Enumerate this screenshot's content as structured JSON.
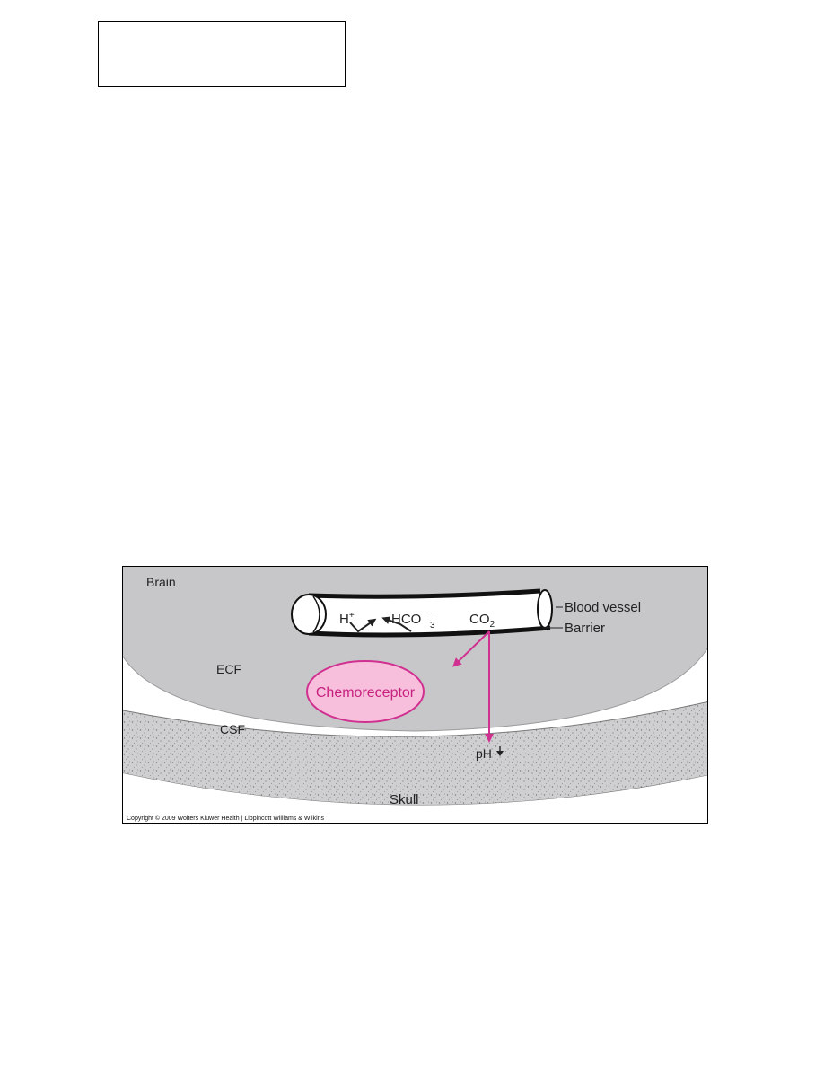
{
  "diagram": {
    "labels": {
      "brain": "Brain",
      "blood_vessel": "Blood vessel",
      "barrier": "Barrier",
      "h_plus": "H",
      "h_plus_sup": "+",
      "hco3": "HCO",
      "hco3_sub": "3",
      "hco3_sup": "−",
      "co2": "CO",
      "co2_sub": "2",
      "ecf": "ECF",
      "chemoreceptor": "Chemoreceptor",
      "csf": "CSF",
      "ph": "pH",
      "skull": "Skull"
    },
    "copyright": "Copyright © 2009 Wolters Kluwer Health | Lippincott Williams & Wilkins",
    "colors": {
      "brain": "#c7c7c9",
      "csf": "#ffffff",
      "skull": "#cfcfd1",
      "skull_stipple": "#7a7a7c",
      "accent": "#d0308f",
      "chemoreceptor_fill": "#f7bfdc",
      "arrow_dark": "#222222"
    }
  }
}
